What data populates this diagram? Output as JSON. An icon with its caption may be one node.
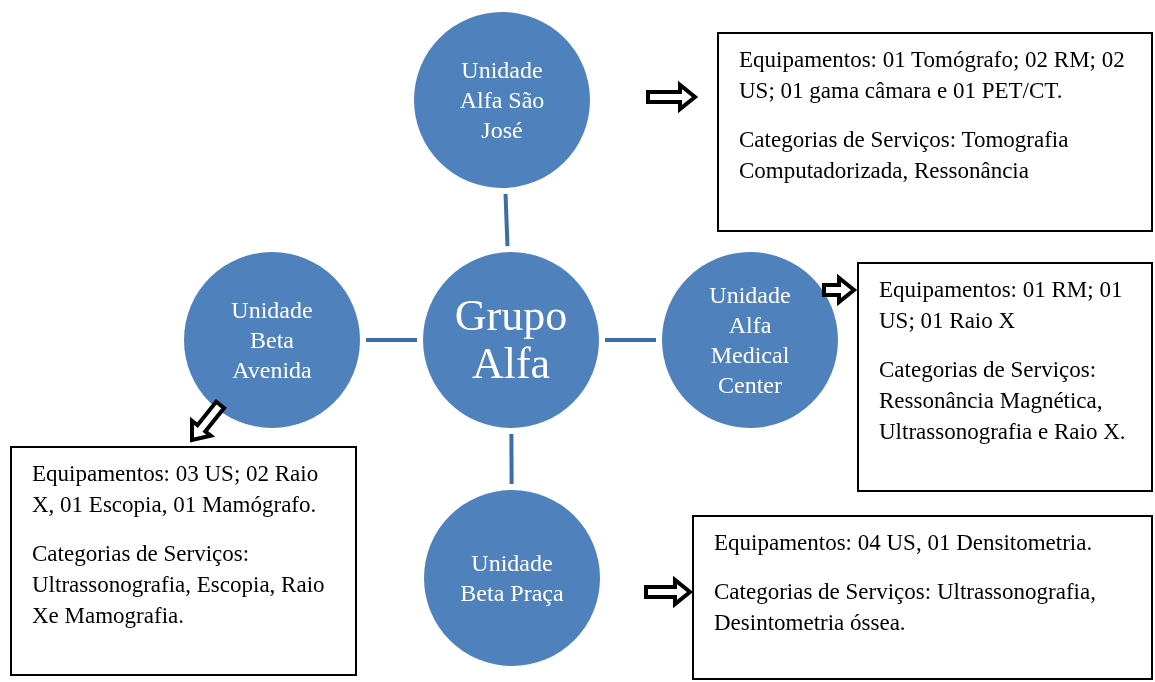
{
  "diagram": {
    "nodes": [
      {
        "text": [
          "Unidade Alfa São José"
        ]
      },
      {
        "text": [
          "Equipamentos: 01 Tomógrafo; 02 RM; 02 US; 01 gama câmara e 01 PET/CT.",
          "Categorias de Serviços: Tomografia Computadorizada, Ressonância"
        ]
      },
      {
        "text": [
          "Unidade Beta Avenida"
        ]
      },
      {
        "text": [
          "Grupo Alfa"
        ]
      },
      {
        "text": [
          "Unidade Alfa Medical Center"
        ]
      },
      {
        "text": [
          "Equipamentos: 01 RM; 01 US; 01 Raio X",
          "Categorias de Serviços: Ressonância Magnética, Ultrassonografia e Raio X."
        ]
      },
      {
        "text": [
          "Equipamentos: 03 US; 02 Raio X, 01 Escopia, 01 Mamógrafo.",
          "Categorias de Serviços: Ultrassonografia, Escopia, Raio Xe Mamografia."
        ]
      },
      {
        "text": [
          "Unidade Beta Praça"
        ]
      },
      {
        "text": [
          "Equipamentos: 04 US, 01 Densitometria.",
          "Categorias de Serviços: Ultrassonografia, Desintometria óssea."
        ]
      }
    ],
    "edges": [
      {
        "from": 3,
        "to": 0,
        "arrow": "none"
      },
      {
        "from": 3,
        "to": 2,
        "arrow": "none"
      },
      {
        "from": 3,
        "to": 4,
        "arrow": "none"
      },
      {
        "from": 3,
        "to": 7,
        "arrow": "none"
      },
      {
        "from": 0,
        "to": 1,
        "arrow": "to"
      },
      {
        "from": 4,
        "to": 5,
        "arrow": "to"
      },
      {
        "from": 2,
        "to": 6,
        "arrow": "to"
      },
      {
        "from": 7,
        "to": 8,
        "arrow": "to"
      }
    ]
  }
}
